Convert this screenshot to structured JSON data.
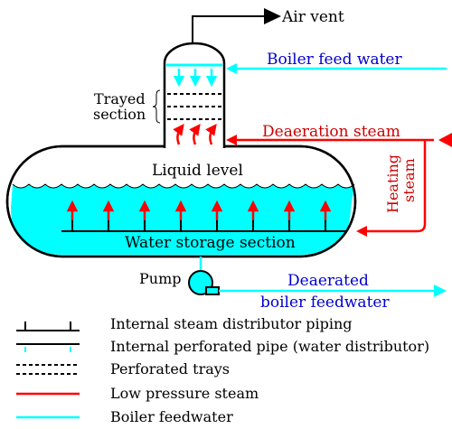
{
  "labels": {
    "air_vent": "Air vent",
    "boiler_feed_water": "Boiler feed water",
    "trayed_line1": "Trayed",
    "trayed_line2": "section",
    "deaeration_steam": "Deaeration steam",
    "liquid_level": "Liquid level",
    "heating_line1": "Heating",
    "heating_line2": "steam",
    "water_storage_section": "Water storage section",
    "pump": "Pump",
    "deaerated_line1": "Deaerated",
    "deaerated_line2": "boiler feedwater"
  },
  "legend": [
    {
      "symbol": "steam-distributor",
      "label": "Internal steam distributor piping"
    },
    {
      "symbol": "perforated-pipe",
      "label": "Internal perforated pipe (water distributor)"
    },
    {
      "symbol": "trays",
      "label": "Perforated trays"
    },
    {
      "symbol": "steam-line",
      "label": "Low pressure steam"
    },
    {
      "symbol": "water-line",
      "label": "Boiler feedwater"
    }
  ],
  "colors": {
    "water": "#00ffff",
    "steam": "#ff0000",
    "outline": "#000000",
    "blue_text": "#0000cc",
    "red_text": "#cc0000"
  }
}
